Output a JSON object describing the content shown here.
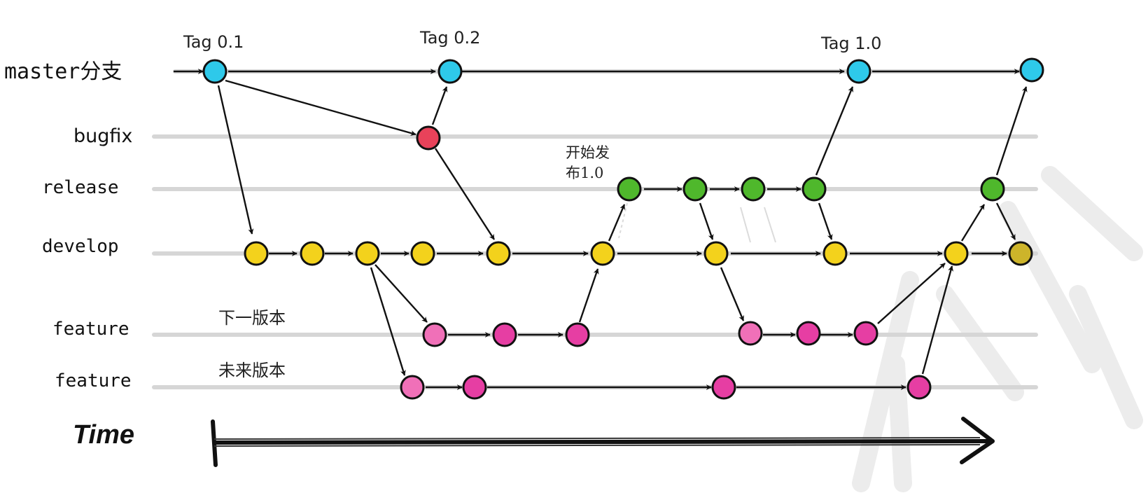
{
  "lanes": {
    "master": "master分支",
    "bugfix": "bugfix",
    "release": "release",
    "develop": "develop",
    "feature1": "feature",
    "feature2": "feature"
  },
  "tags": [
    "Tag 0.1",
    "Tag 0.2",
    "Tag 1.0"
  ],
  "notes": {
    "release_start_line1": "开始发",
    "release_start_line2": "布1.0",
    "next_version": "下一版本",
    "future_version": "未来版本"
  },
  "time_label": "Time",
  "colors": {
    "master": "#2ec9ea",
    "bugfix": "#e8425a",
    "release": "#4fb82c",
    "develop": "#f3d21c",
    "develop_last": "#cdb42a",
    "feature": "#e63ea3",
    "feature_light": "#f070b8"
  }
}
